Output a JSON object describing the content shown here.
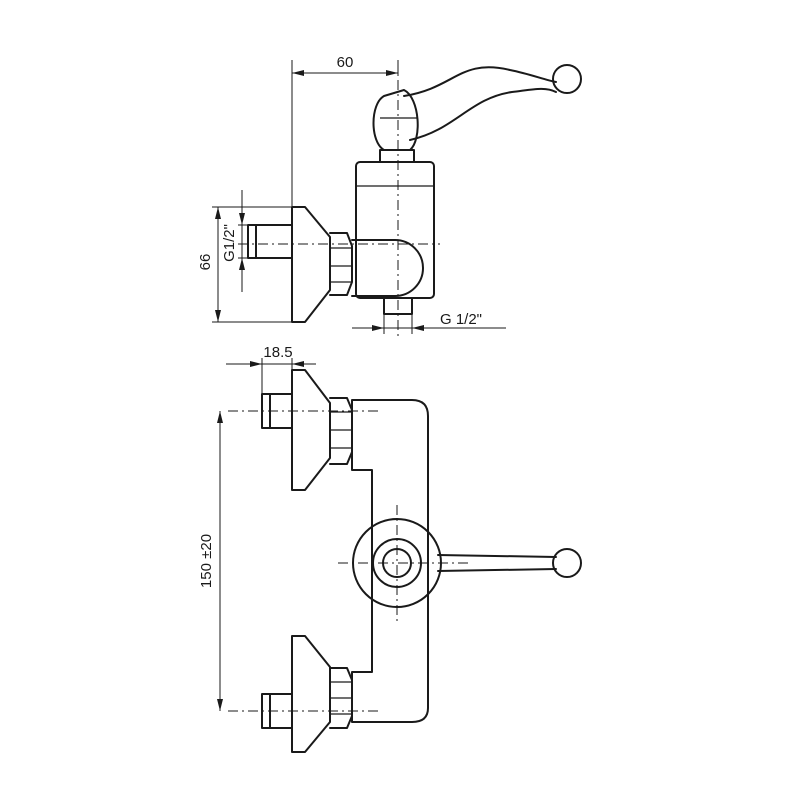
{
  "dimensions": {
    "top_width": "60",
    "side_height": "66",
    "inlet_thread": "G1/2\"",
    "outlet_thread": "G 1/2\"",
    "inlet_depth": "18.5",
    "center_distance": "150 ±20"
  }
}
